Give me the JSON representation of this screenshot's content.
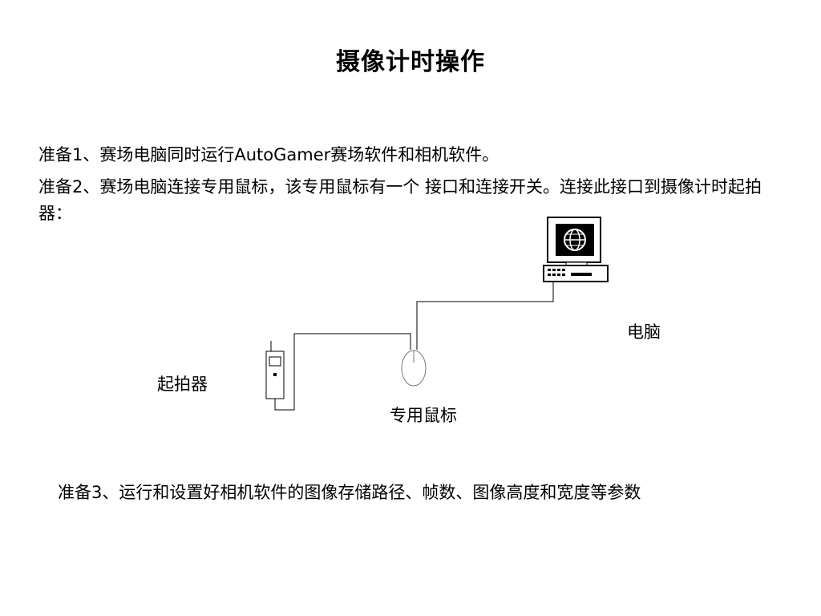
{
  "slide": {
    "title": "摄像计时操作",
    "step1": "准备1、赛场电脑同时运行AutoGamer赛场软件和相机软件。",
    "step2": "准备2、赛场电脑连接专用鼠标，该专用鼠标有一个 接口和连接开关。连接此接口到摄像计时起拍器：",
    "step3": "准备3、运行和设置好相机软件的图像存储路径、帧数、图像高度和宽度等参数"
  },
  "diagram": {
    "computer_label": "电脑",
    "trigger_label": "起拍器",
    "mouse_label": "专用鼠标",
    "icons": [
      "computer-icon",
      "mouse-icon",
      "trigger-device-icon"
    ]
  }
}
